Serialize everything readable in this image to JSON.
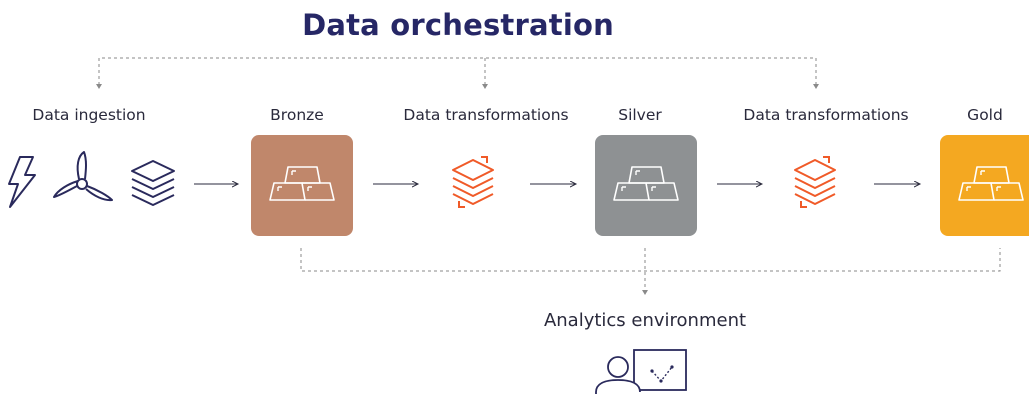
{
  "title": "Data orchestration",
  "stages": [
    {
      "key": "ingestion",
      "label": "Data ingestion"
    },
    {
      "key": "bronze",
      "label": "Bronze"
    },
    {
      "key": "transform1",
      "label": "Data transformations"
    },
    {
      "key": "silver",
      "label": "Silver"
    },
    {
      "key": "transform2",
      "label": "Data transformations"
    },
    {
      "key": "gold",
      "label": "Gold"
    }
  ],
  "analytics": {
    "label": "Analytics environment"
  },
  "colors": {
    "title": "#262766",
    "icon_navy": "#2a2a5c",
    "bronze": "#c0876b",
    "silver": "#8e9193",
    "gold": "#f4a821",
    "transform_orange": "#f05a28",
    "dash": "#8a8a8a"
  },
  "icons": {
    "ingestion": [
      "lightning-icon",
      "wind-turbine-icon",
      "layers-icon"
    ],
    "tiers": "gold-bars-icon",
    "transform": "layered-sync-icon",
    "analytics": "person-presentation-icon"
  }
}
